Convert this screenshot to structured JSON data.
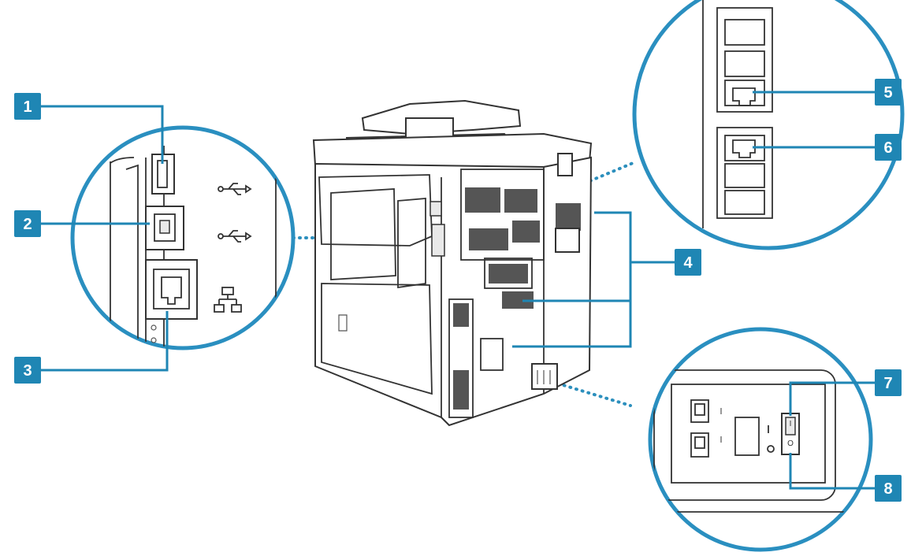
{
  "callouts": [
    {
      "id": 1,
      "label": "1"
    },
    {
      "id": 2,
      "label": "2"
    },
    {
      "id": 3,
      "label": "3"
    },
    {
      "id": 4,
      "label": "4"
    },
    {
      "id": 5,
      "label": "5"
    },
    {
      "id": 6,
      "label": "6"
    },
    {
      "id": 7,
      "label": "7"
    },
    {
      "id": 8,
      "label": "8"
    }
  ],
  "icons": {
    "usb_top": "usb-icon",
    "usb_bottom": "usb-icon",
    "network": "lan-icon"
  },
  "switch_marks": {
    "on": "I",
    "off": "O"
  },
  "colors": {
    "accent": "#1f86b4",
    "outline": "#333333"
  }
}
